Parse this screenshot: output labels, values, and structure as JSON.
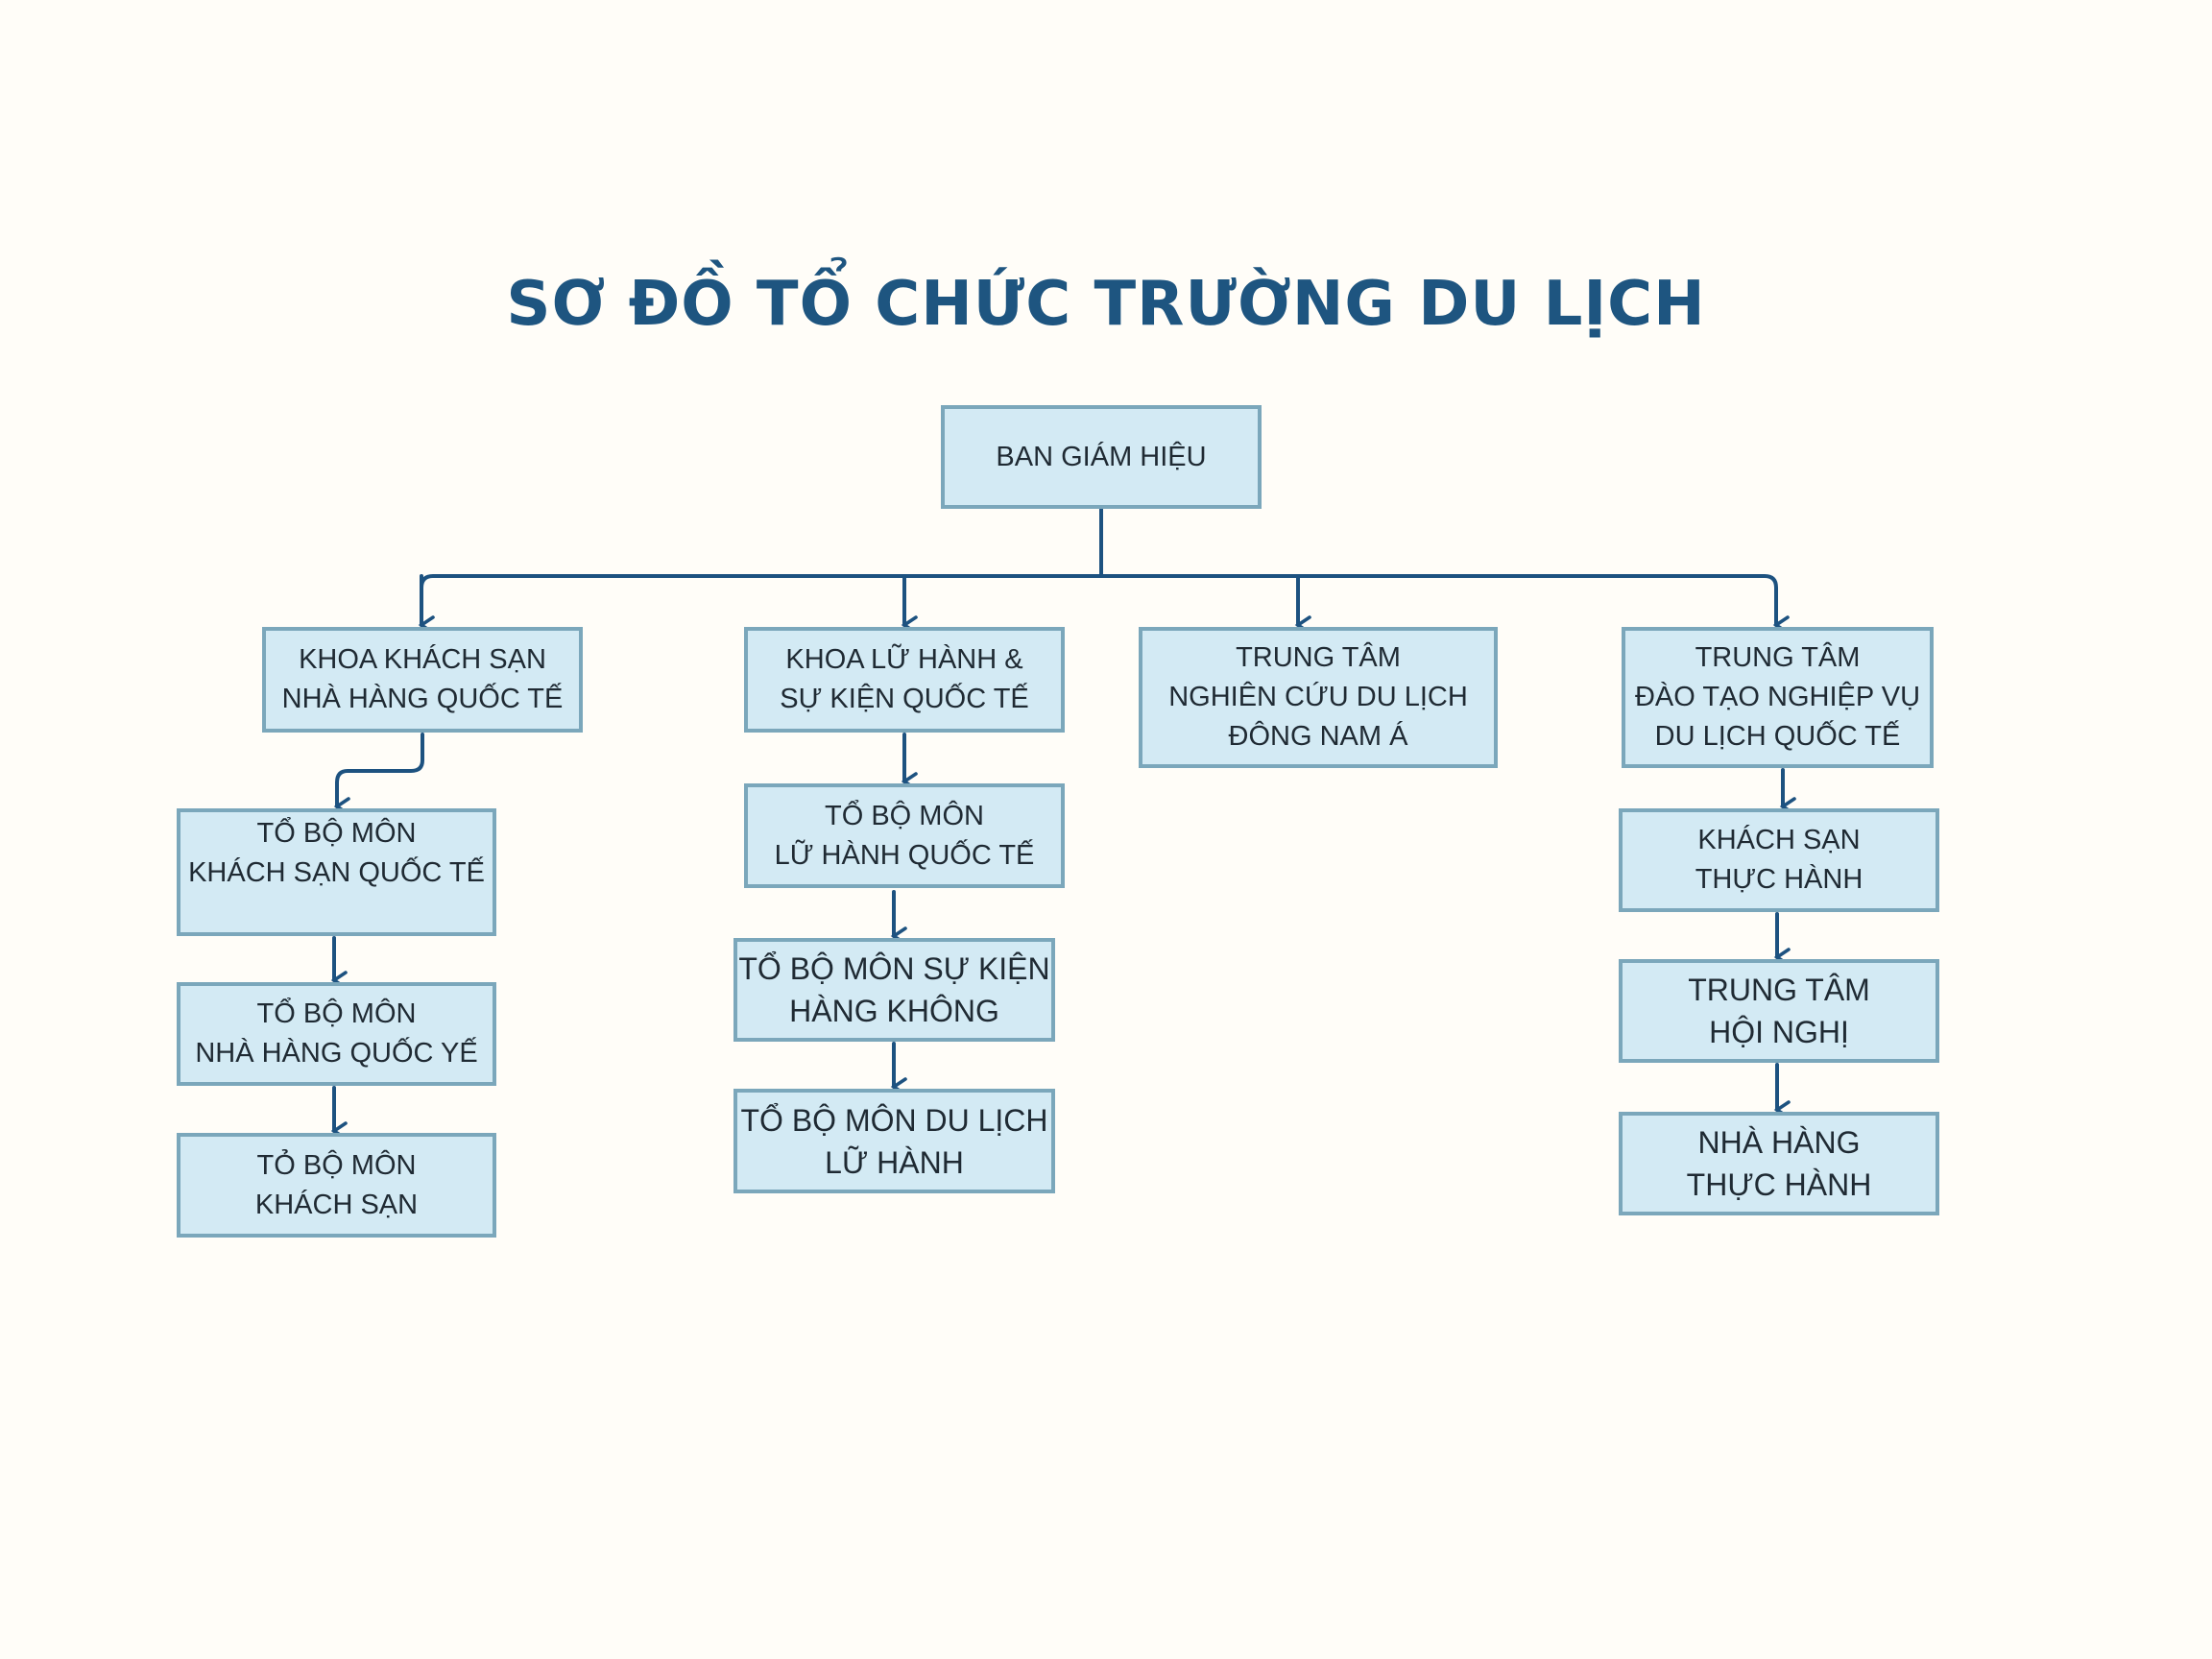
{
  "title": "SƠ ĐỒ TỔ CHỨC TRƯỜNG DU LỊCH",
  "colors": {
    "background": "#fffdf8",
    "box_fill": "#d3eaf4",
    "box_border": "#7ba7bb",
    "connector": "#1d5280",
    "title": "#1e5580"
  },
  "root": {
    "label": "BAN GIÁM HIỆU"
  },
  "departments": [
    {
      "label": "KHOA KHÁCH SẠN\nNHÀ HÀNG QUỐC TẾ",
      "children": [
        "TỔ BỘ MÔN\nKHÁCH SẠN QUỐC TẾ",
        "TỔ BỘ MÔN\nNHÀ HÀNG QUỐC YẾ",
        "TỎ BỘ MÔN\nKHÁCH SẠN"
      ]
    },
    {
      "label": "KHOA LỮ HÀNH &\nSỰ KIỆN QUỐC TẾ",
      "children": [
        "TỔ BỘ MÔN\nLỮ HÀNH QUỐC TẾ",
        "TỔ BỘ MÔN SỰ KIỆN\nHÀNG KHÔNG",
        "TỔ BỘ MÔN DU LỊCH\nLỮ HÀNH"
      ]
    },
    {
      "label": "TRUNG TÂM\nNGHIÊN CỨU DU LỊCH\nĐÔNG NAM Á",
      "children": []
    },
    {
      "label": "TRUNG TÂM\nĐÀO TẠO NGHIỆP VỤ\nDU LỊCH QUỐC TẾ",
      "children": [
        "KHÁCH SẠN\nTHỰC HÀNH",
        "TRUNG TÂM\nHỘI NGHỊ",
        "NHÀ HÀNG\nTHỰC HÀNH"
      ]
    }
  ]
}
